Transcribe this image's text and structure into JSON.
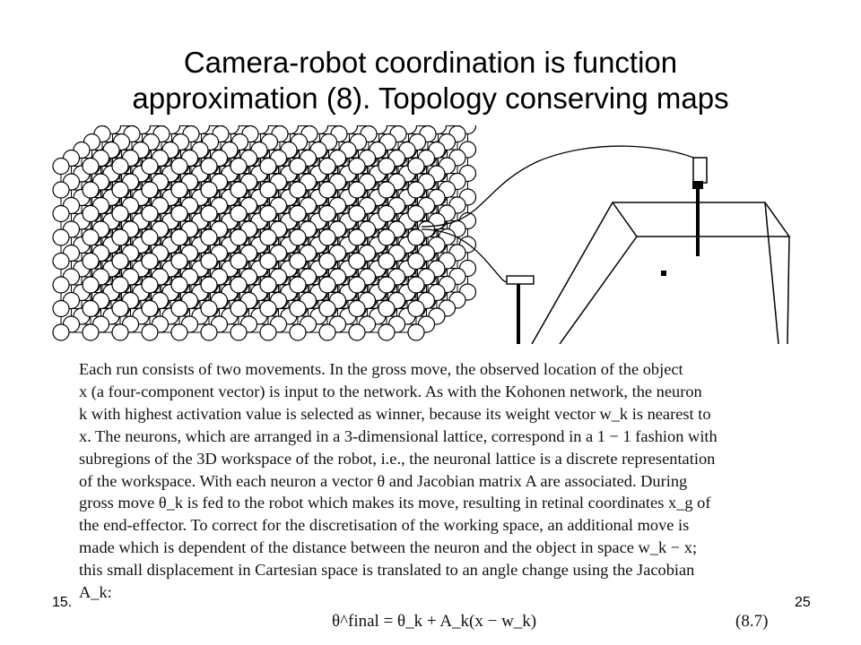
{
  "slide": {
    "title_line1": "Camera-robot coordination is function",
    "title_line2": "approximation (8). Topology conserving maps",
    "footer_left": "15.",
    "page_number": "25"
  },
  "paragraph": {
    "lines": [
      "Each run consists of two movements. In the gross move, the observed location of the object",
      "x (a four-component vector) is input to the network. As with the Kohonen network, the neuron",
      "k with highest activation value is selected as winner, because its weight vector w_k is nearest to",
      "x. The neurons, which are arranged in a 3-dimensional lattice, correspond in a 1 − 1 fashion with",
      "subregions of the 3D workspace of the robot, i.e., the neuronal lattice is a discrete representation",
      "of the workspace. With each neuron a vector θ and Jacobian matrix A are associated. During",
      "gross move θ_k is fed to the robot which makes its move, resulting in retinal coordinates x_g of",
      "the end-effector. To correct for the discretisation of the working space, an additional move is",
      "made which is dependent of the distance between the neuron and the object in space w_k − x;",
      "this small displacement in Cartesian space is translated to an angle change using the Jacobian",
      "A_k:"
    ]
  },
  "equation": {
    "text": "θ^final = θ_k + A_k(x − w_k)",
    "number": "(8.7)"
  },
  "colors": {
    "ink": "#000000",
    "background": "#ffffff"
  }
}
